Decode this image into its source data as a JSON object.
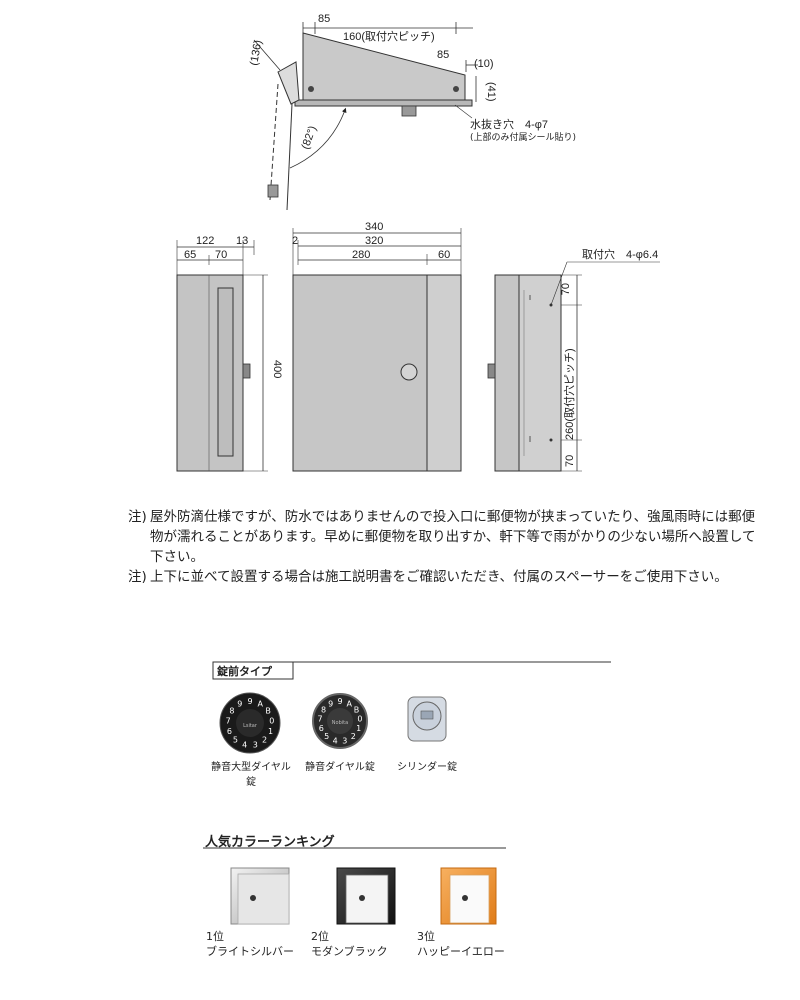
{
  "top_view": {
    "dim_85_left": "85",
    "dim_pitch": "160(取付穴ピッチ)",
    "dim_85_right": "85",
    "dim_10": "(10)",
    "dim_41": "(41)",
    "dim_136": "(136)",
    "angle_82": "(82°)",
    "drain_label": "水抜き穴　4-φ7",
    "drain_sub": "(上部のみ付属シール貼り)"
  },
  "side_view": {
    "dim_122": "122",
    "dim_13": "13",
    "dim_65": "65",
    "dim_70": "70",
    "dim_400": "400"
  },
  "front_view": {
    "dim_340": "340",
    "dim_320": "320",
    "dim_2": "2",
    "dim_280": "280",
    "dim_60": "60"
  },
  "back_view": {
    "mount_label": "取付穴　4-φ6.4",
    "dim_70_top": "70",
    "dim_260": "260(取付穴ピッチ)",
    "dim_70_bottom": "70"
  },
  "notes": [
    {
      "mark": "注)",
      "text": "屋外防滴仕様ですが、防水ではありませんので投入口に郵便物が挟まっていたり、強風雨時には郵便物が濡れることがあります。早めに郵便物を取り出すか、軒下等で雨がかりの少ない場所へ設置して下さい。"
    },
    {
      "mark": "注)",
      "text": "上下に並べて設置する場合は施工説明書をご確認いただき、付属のスペーサーをご使用下さい。"
    }
  ],
  "lock_section": {
    "title": "錠前タイプ",
    "items": [
      {
        "label": "静音大型ダイヤル錠",
        "dial_text": "9AB0123456789"
      },
      {
        "label": "静音ダイヤル錠",
        "dial_text": "9AB0123456789"
      },
      {
        "label": "シリンダー錠"
      }
    ]
  },
  "ranking_section": {
    "title": "人気カラーランキング",
    "items": [
      {
        "rank": "1位",
        "name": "ブライトシルバー",
        "color": "#d8d8d8"
      },
      {
        "rank": "2位",
        "name": "モダンブラック",
        "color": "#2b2b2b"
      },
      {
        "rank": "3位",
        "name": "ハッピーイエロー",
        "color": "#f0922e"
      }
    ]
  }
}
